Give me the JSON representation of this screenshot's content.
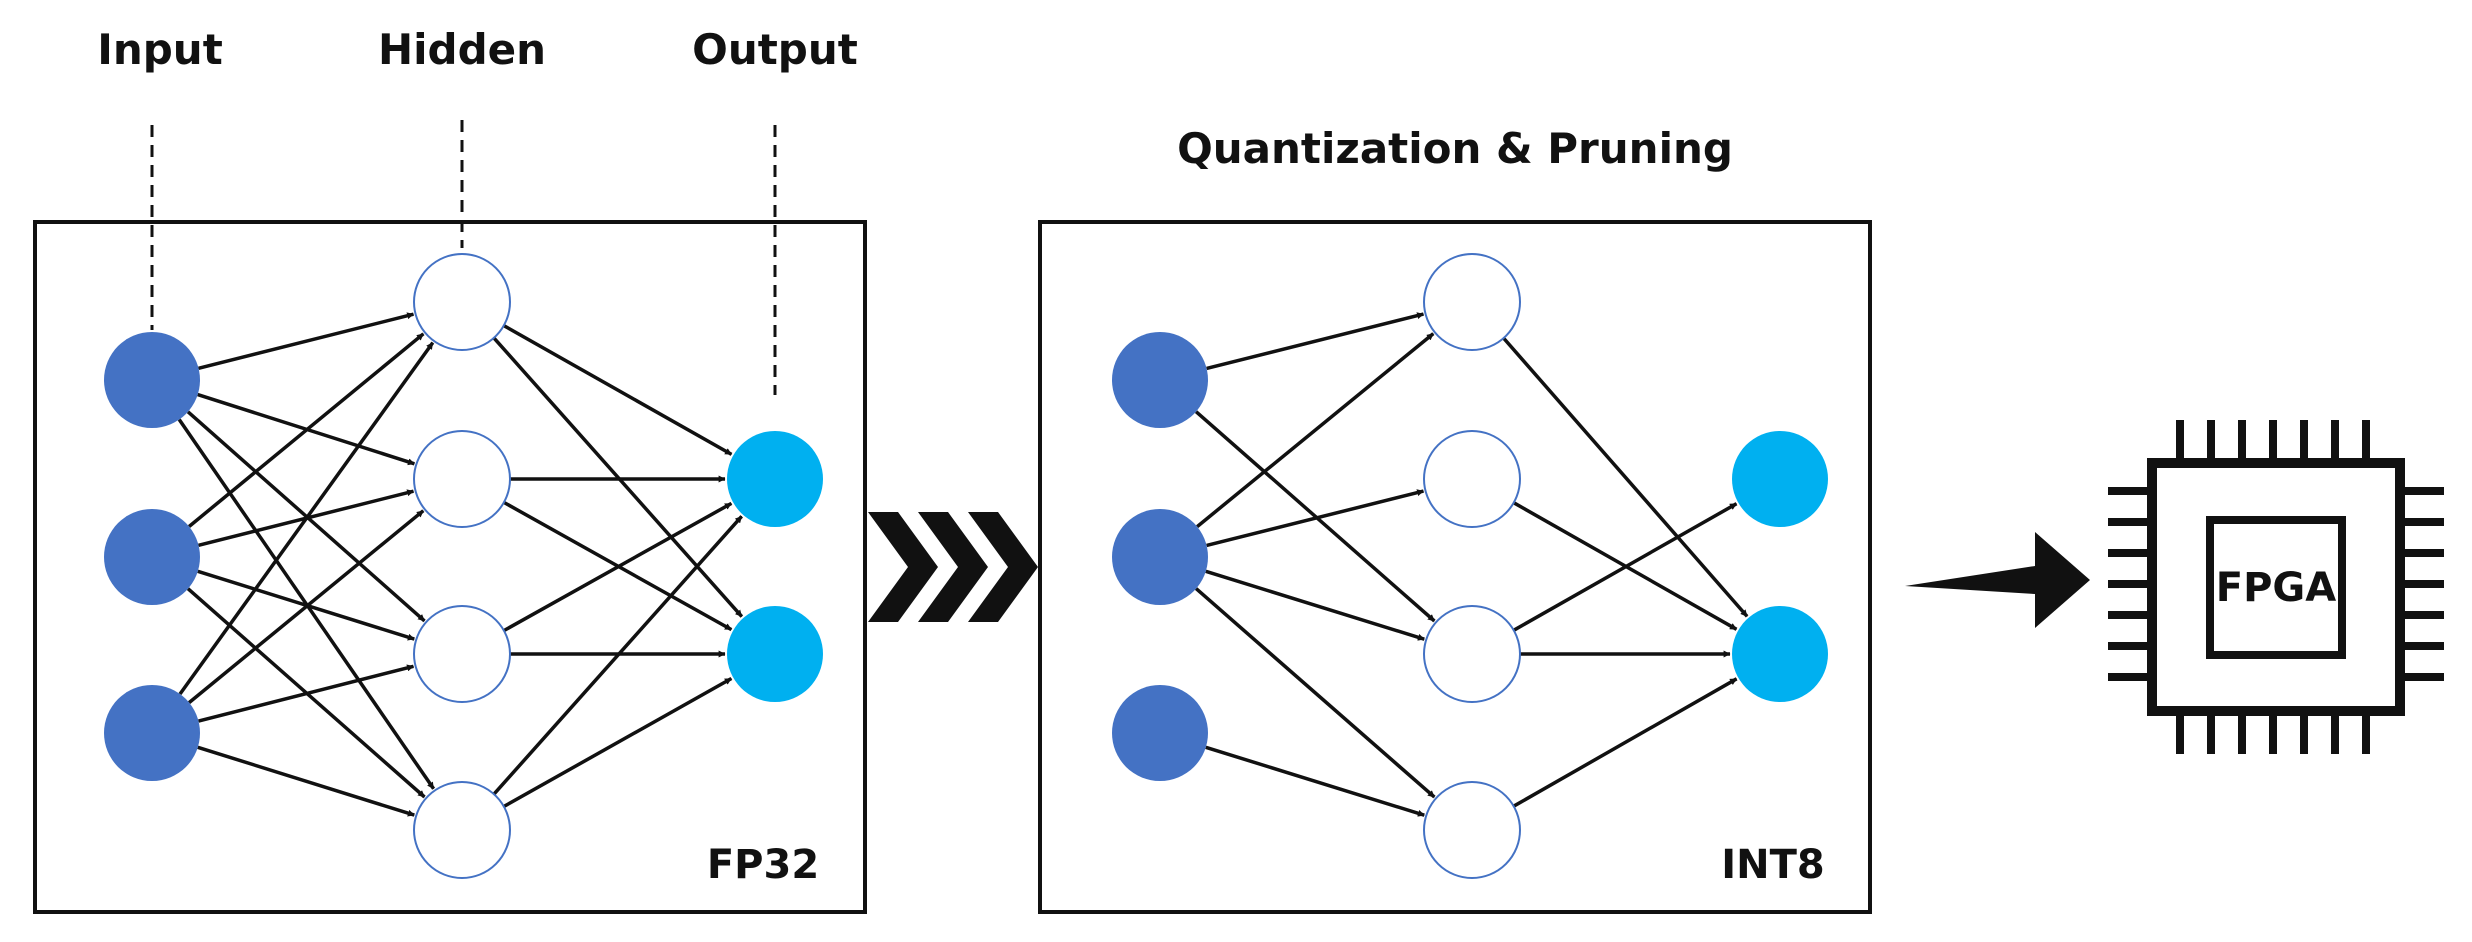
{
  "labels": {
    "input": "Input",
    "hidden": "Hidden",
    "output": "Output",
    "process": "Quantization & Pruning",
    "fp32": "FP32",
    "int8": "INT8",
    "fpga": "FPGA"
  },
  "colors": {
    "input_node": "#4472C4",
    "output_node": "#00B0F0",
    "hidden_stroke": "#4472C4",
    "line": "#111111"
  },
  "networks": {
    "fp32": {
      "layers": {
        "input": 3,
        "hidden": 4,
        "output": 2
      },
      "edges": [
        [
          "i0",
          "h0"
        ],
        [
          "i0",
          "h1"
        ],
        [
          "i0",
          "h2"
        ],
        [
          "i0",
          "h3"
        ],
        [
          "i1",
          "h0"
        ],
        [
          "i1",
          "h1"
        ],
        [
          "i1",
          "h2"
        ],
        [
          "i1",
          "h3"
        ],
        [
          "i2",
          "h0"
        ],
        [
          "i2",
          "h1"
        ],
        [
          "i2",
          "h2"
        ],
        [
          "i2",
          "h3"
        ],
        [
          "h0",
          "o0"
        ],
        [
          "h0",
          "o1"
        ],
        [
          "h1",
          "o0"
        ],
        [
          "h1",
          "o1"
        ],
        [
          "h2",
          "o0"
        ],
        [
          "h2",
          "o1"
        ],
        [
          "h3",
          "o0"
        ],
        [
          "h3",
          "o1"
        ]
      ]
    },
    "int8": {
      "layers": {
        "input": 3,
        "hidden": 4,
        "output": 2
      },
      "edges": [
        [
          "i0",
          "h0"
        ],
        [
          "i0",
          "h2"
        ],
        [
          "i1",
          "h0"
        ],
        [
          "i1",
          "h1"
        ],
        [
          "i1",
          "h2"
        ],
        [
          "i1",
          "h3"
        ],
        [
          "i2",
          "h3"
        ],
        [
          "h0",
          "o1"
        ],
        [
          "h1",
          "o1"
        ],
        [
          "h2",
          "o0"
        ],
        [
          "h2",
          "o1"
        ],
        [
          "h3",
          "o1"
        ]
      ]
    }
  }
}
